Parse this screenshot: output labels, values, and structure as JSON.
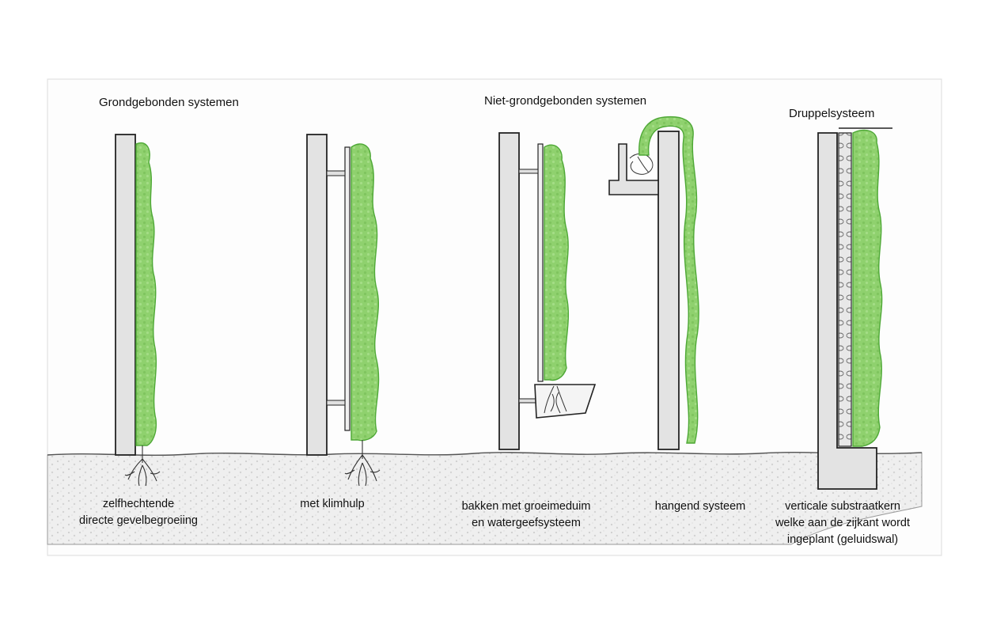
{
  "headings": {
    "ground_bound": "Grondgebonden systemen",
    "non_ground_bound": "Niet-grondgebonden systemen",
    "drip_system": "Druppelsysteem"
  },
  "systems": [
    {
      "label_line1": "zelfhechtende",
      "label_line2": "directe gevelbegroeiing",
      "label_line3": ""
    },
    {
      "label_line1": "met klimhulp",
      "label_line2": "",
      "label_line3": ""
    },
    {
      "label_line1": "bakken met groeimeduim",
      "label_line2": "en watergeefsysteem",
      "label_line3": ""
    },
    {
      "label_line1": "hangend systeem",
      "label_line2": "",
      "label_line3": ""
    },
    {
      "label_line1": "verticale substraatkern",
      "label_line2": "welke aan de zijkant wordt",
      "label_line3": "ingeplant (geluidswal)"
    }
  ],
  "colors": {
    "plant_fill": "#8fd16e",
    "plant_edge": "#4ea836",
    "wall_fill": "#e3e3e3",
    "wall_stroke": "#222222",
    "soil_fill": "#eeeeee",
    "soil_speck": "#c8c8c8",
    "root": "#333333"
  }
}
